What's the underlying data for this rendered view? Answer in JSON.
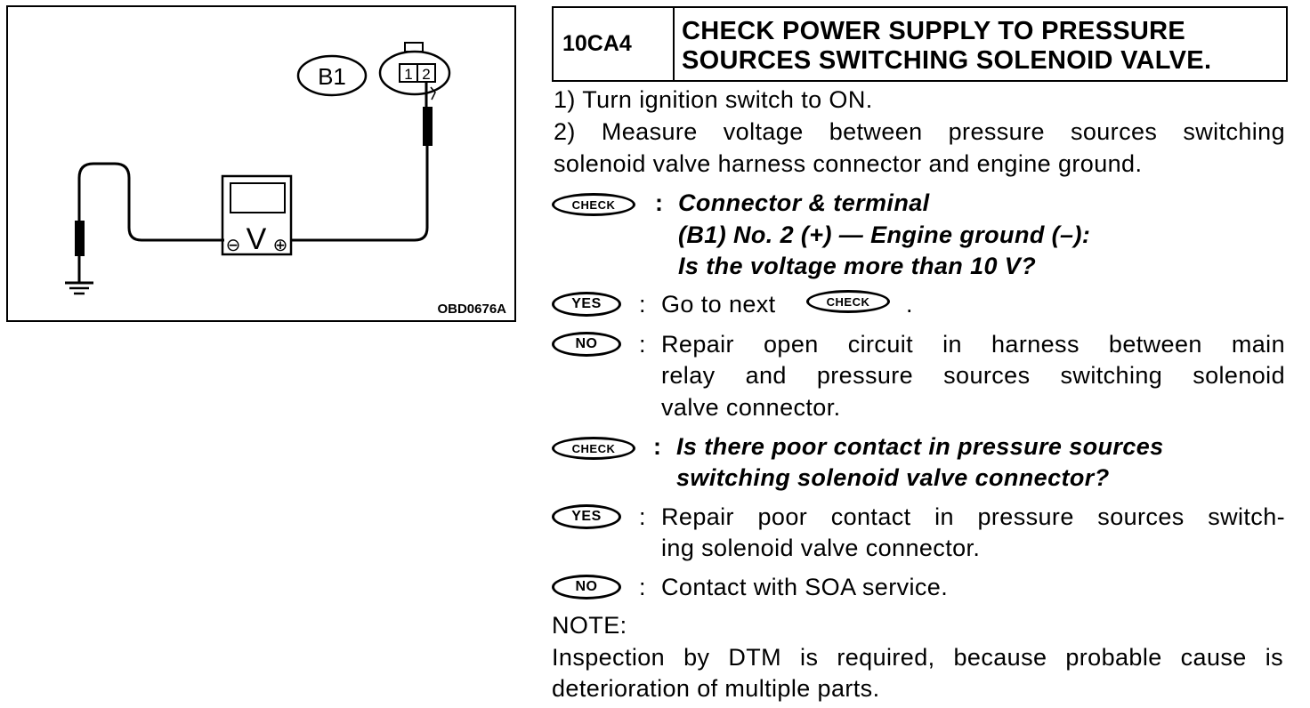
{
  "diagram": {
    "connector_label": "B1",
    "pin1": "1",
    "pin2": "2",
    "meter_symbol": "V",
    "minus": "⊖",
    "plus": "⊕",
    "figure_code": "OBD0676A"
  },
  "header": {
    "code": "10CA4",
    "title_line1": "CHECK POWER SUPPLY TO PRESSURE",
    "title_line2": "SOURCES SWITCHING SOLENOID VALVE."
  },
  "steps": {
    "step1": "1)  Turn ignition switch to ON.",
    "step2_line1": "2)  Measure voltage between pressure sources switching",
    "step2_line2": "solenoid valve harness connector and engine ground."
  },
  "badges": {
    "check": "CHECK",
    "yes": "YES",
    "no": "NO"
  },
  "check1": {
    "line1": "Connector & terminal",
    "line2": "(B1) No. 2 (+) — Engine ground (–):",
    "line3": "Is the voltage more than 10 V?"
  },
  "yes1": {
    "text": "Go to next",
    "tail": "."
  },
  "no1": {
    "line1": "Repair open circuit in harness between main",
    "line2": "relay and pressure sources switching solenoid",
    "line3": "valve connector."
  },
  "check2": {
    "line1": "Is there poor contact in pressure sources",
    "line2": "switching solenoid valve connector?"
  },
  "yes2": {
    "line1": "Repair poor contact in pressure sources switch-",
    "line2": "ing solenoid valve connector."
  },
  "no2": {
    "text": "Contact with SOA service."
  },
  "note": {
    "label": "NOTE:",
    "line1": "Inspection by DTM is required, because probable cause is",
    "line2": "deterioration of multiple parts."
  }
}
